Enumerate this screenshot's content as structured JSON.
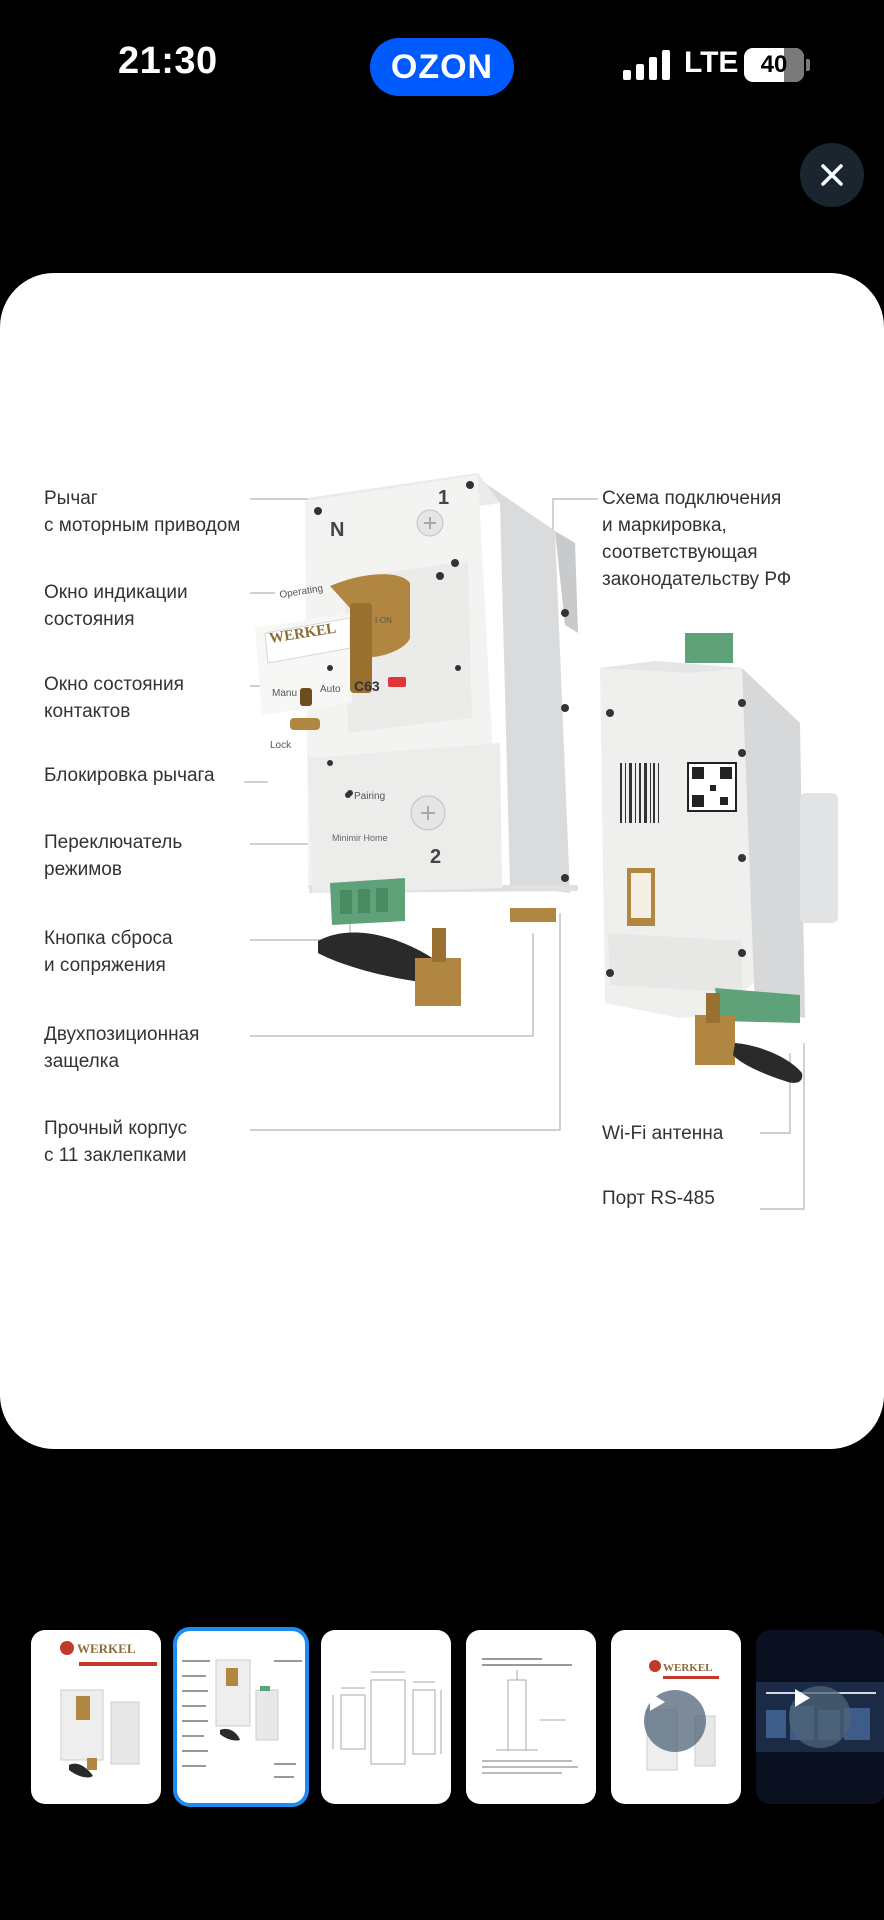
{
  "status_bar": {
    "time": "21:30",
    "app_name": "OZON",
    "network": "LTE",
    "battery": "40"
  },
  "viewer": {
    "close_label": "close",
    "image": {
      "brand_on_device": "WERKEL",
      "labels_left": [
        "Рычаг\nс моторным приводом",
        "Окно индикации\nсостояния",
        "Окно состояния\nконтактов",
        "Блокировка рычага",
        "Переключатель\nрежимов",
        "Кнопка сброса\nи сопряжения",
        "Двухпозиционная\nзащелка",
        "Прочный корпус\nс 11 заклепками"
      ],
      "labels_right": [
        "Схема подключения\nи маркировка,\nсоответствующая\nзаконодательству РФ",
        "Wi-Fi антенна",
        "Порт RS-485"
      ],
      "device_text": {
        "n": "N",
        "one": "1",
        "two": "2",
        "operating": "Operating",
        "i_on": "I-ON",
        "manu": "Manu",
        "auto": "Auto",
        "lock": "Lock",
        "c63": "C63",
        "pairing": "Pairing",
        "home": "Minimir Home"
      }
    }
  },
  "thumbnails": [
    {
      "name": "thumb-1",
      "brand": "WERKEL",
      "type": "image",
      "active": false
    },
    {
      "name": "thumb-2",
      "type": "image",
      "active": true
    },
    {
      "name": "thumb-3",
      "type": "image",
      "active": false
    },
    {
      "name": "thumb-4",
      "type": "image",
      "active": false
    },
    {
      "name": "thumb-5",
      "brand": "WERKEL",
      "type": "video",
      "active": false
    },
    {
      "name": "thumb-6",
      "type": "video",
      "active": false
    }
  ],
  "colors": {
    "ozon_blue": "#005bff",
    "active_thumb": "#1c8cf0",
    "gold": "#b08640",
    "terminal_green": "#5fa27a"
  }
}
